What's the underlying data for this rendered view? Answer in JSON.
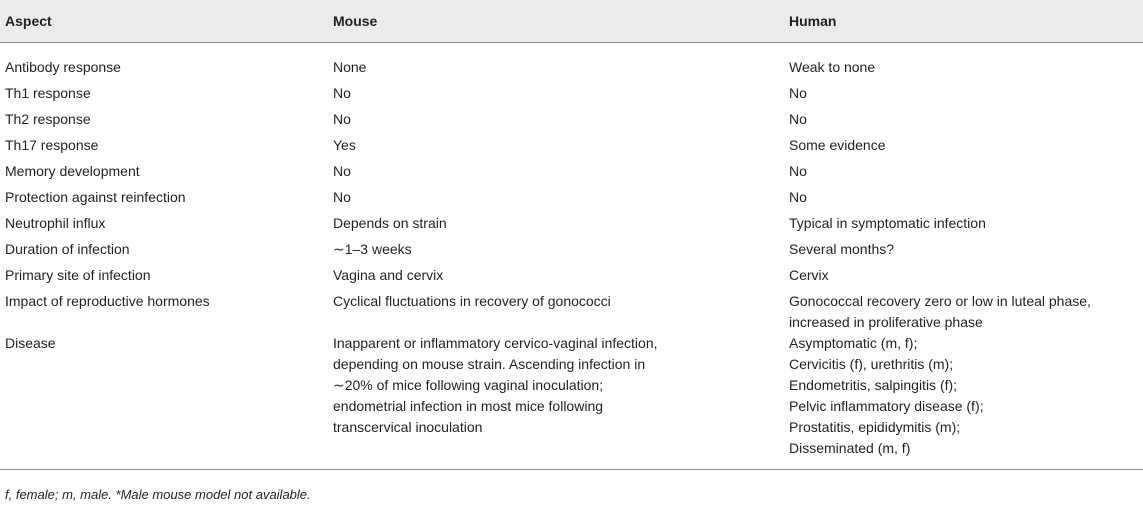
{
  "table": {
    "headers": [
      "Aspect",
      "Mouse",
      "Human"
    ],
    "rows": [
      [
        "Antibody response",
        "None",
        "Weak to none"
      ],
      [
        "Th1 response",
        "No",
        "No"
      ],
      [
        "Th2 response",
        "No",
        "No"
      ],
      [
        "Th17 response",
        "Yes",
        "Some evidence"
      ],
      [
        "Memory development",
        "No",
        "No"
      ],
      [
        "Protection against reinfection",
        "No",
        "No"
      ],
      [
        "Neutrophil influx",
        "Depends on strain",
        "Typical in symptomatic infection"
      ],
      [
        "Duration of infection",
        "∼1–3 weeks",
        "Several months?"
      ],
      [
        "Primary site of infection",
        "Vagina and cervix",
        "Cervix"
      ],
      [
        "Impact of reproductive hormones",
        "Cyclical fluctuations in recovery of gonococci",
        "Gonococcal recovery zero or low in luteal phase,\nincreased in proliferative phase"
      ],
      [
        "Disease",
        "Inapparent or inflammatory cervico-vaginal infection,\ndepending on mouse strain. Ascending infection in\n∼20% of mice following vaginal inoculation;\nendometrial infection in most mice following\ntranscervical inoculation",
        "Asymptomatic (m, f);\nCervicitis (f), urethritis (m);\nEndometritis, salpingitis (f);\nPelvic inflammatory disease (f);\nProstatitis, epididymitis (m);\nDisseminated (m, f)"
      ]
    ]
  },
  "footnote": "f, female; m, male. *Male mouse model not available."
}
